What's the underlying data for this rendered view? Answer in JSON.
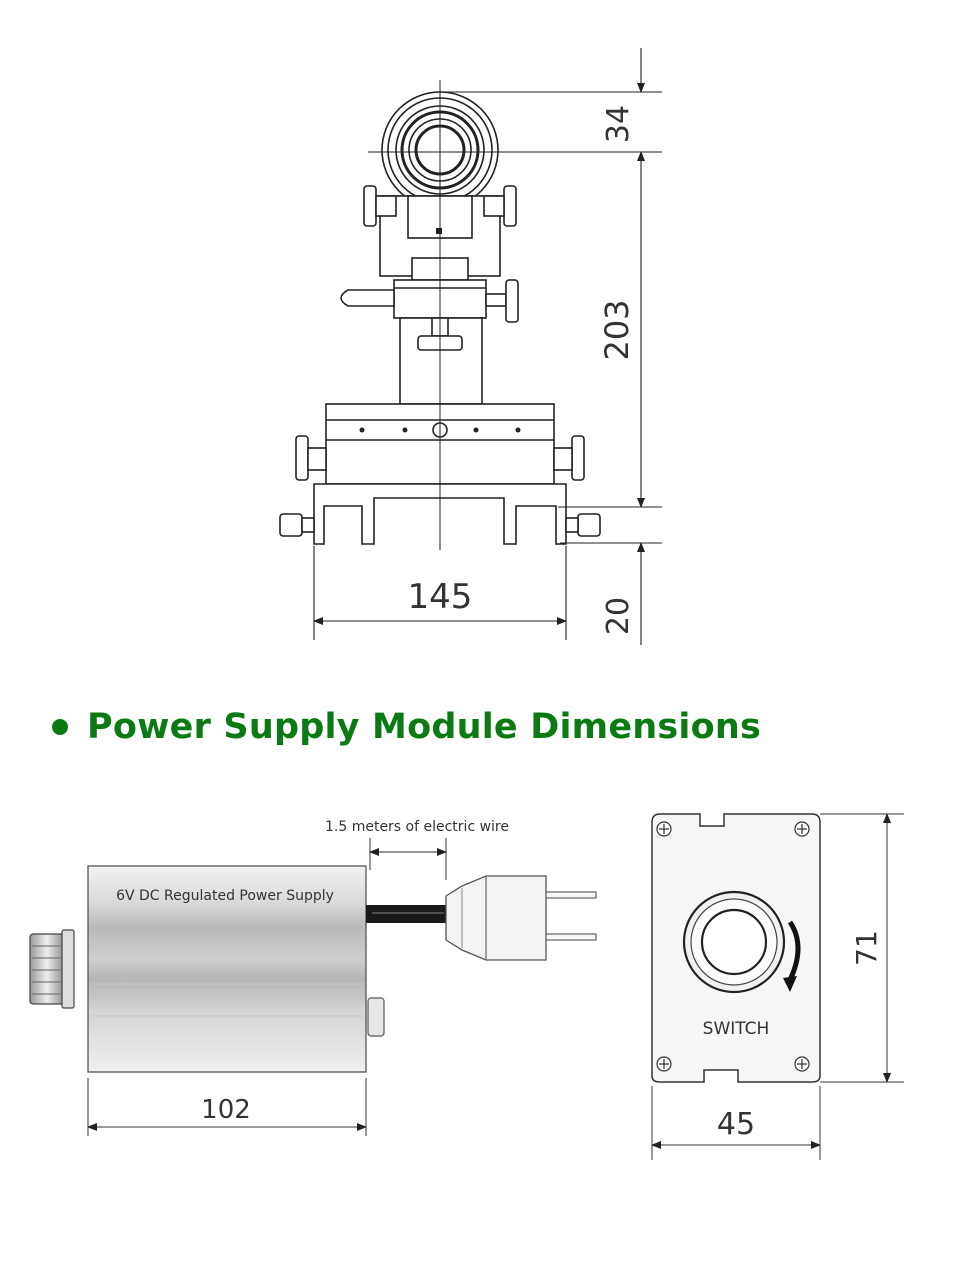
{
  "heading": {
    "text": "Power Supply Module Dimensions",
    "color": "#0b7a12"
  },
  "microscope": {
    "dim_top": "34",
    "dim_height": "203",
    "dim_width": "145",
    "dim_base": "20"
  },
  "power_supply": {
    "wire_label": "1.5 meters of electric wire",
    "body_label": "6V DC Regulated Power Supply",
    "dim_length": "102"
  },
  "switch_box": {
    "switch_label": "SWITCH",
    "dim_width": "45",
    "dim_height": "71"
  }
}
